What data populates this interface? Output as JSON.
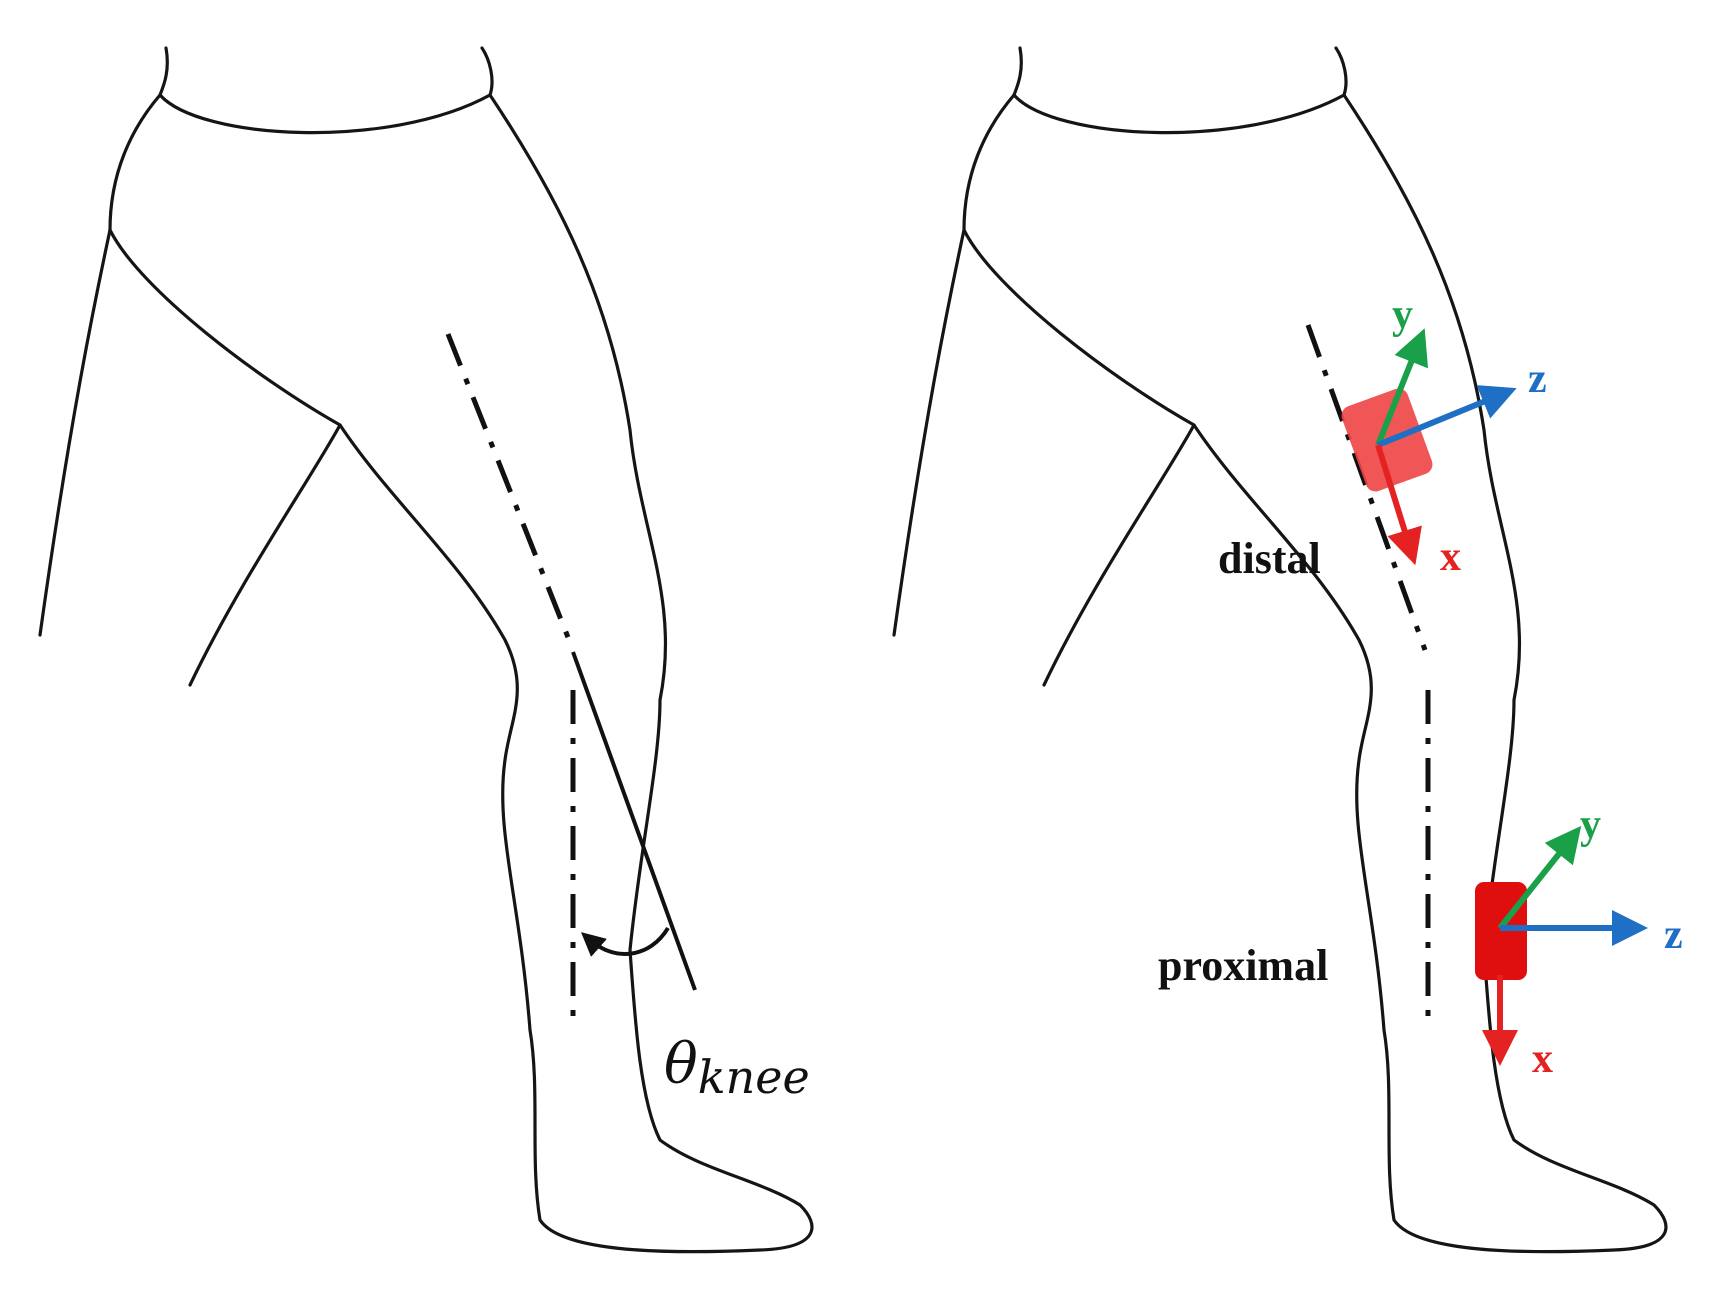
{
  "left_panel": {
    "angle_symbol": "θ",
    "angle_subscript": "knee"
  },
  "right_panel": {
    "sensors": [
      {
        "label": "distal",
        "color": "#ee4444"
      },
      {
        "label": "proximal",
        "color": "#e00f0f"
      }
    ],
    "axes": {
      "x": {
        "label": "x",
        "color": "#e52222"
      },
      "y": {
        "label": "y",
        "color": "#1aa048"
      },
      "z": {
        "label": "z",
        "color": "#1f6fc4"
      }
    }
  }
}
